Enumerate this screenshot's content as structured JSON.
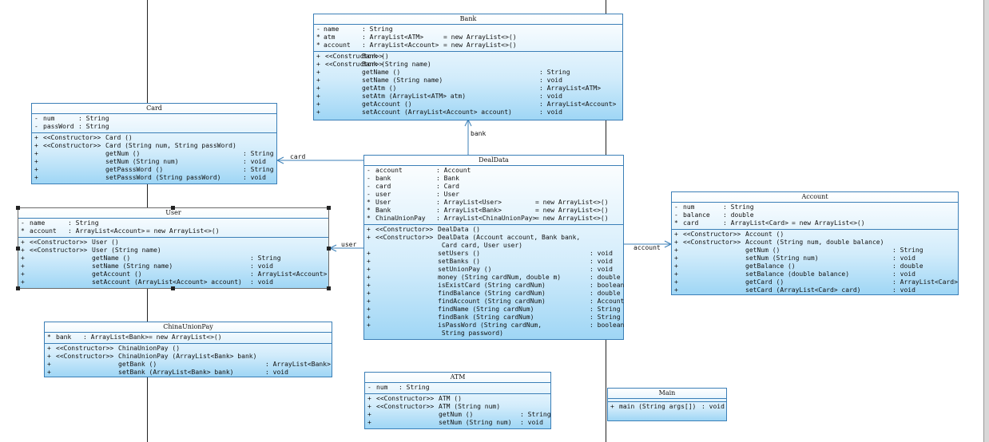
{
  "classes": {
    "bank": {
      "name": "Bank",
      "attrs": [
        [
          "-",
          "name",
          ": String",
          ""
        ],
        [
          "*",
          "atm",
          ": ArrayList<ATM>",
          "= new ArrayList<>()"
        ],
        [
          "*",
          "account",
          ": ArrayList<Account>",
          "= new ArrayList<>()"
        ]
      ],
      "ops": [
        [
          "+",
          "<<Constructor>>",
          "Bank ()",
          ""
        ],
        [
          "+",
          "<<Constructor>>",
          "Bank (String name)",
          ""
        ],
        [
          "+",
          "",
          "getName ()",
          ": String"
        ],
        [
          "+",
          "",
          "setName (String name)",
          ": void"
        ],
        [
          "+",
          "",
          "getAtm ()",
          ": ArrayList<ATM>"
        ],
        [
          "+",
          "",
          "setAtm (ArrayList<ATM> atm)",
          ": void"
        ],
        [
          "+",
          "",
          "getAccount ()",
          ": ArrayList<Account>"
        ],
        [
          "+",
          "",
          "setAccount (ArrayList<Account> account)",
          ": void"
        ]
      ]
    },
    "card": {
      "name": "Card",
      "attrs": [
        [
          "-",
          "num",
          ": String",
          ""
        ],
        [
          "-",
          "passWord",
          ": String",
          ""
        ]
      ],
      "ops": [
        [
          "+",
          "<<Constructor>>",
          "Card ()",
          ""
        ],
        [
          "+",
          "<<Constructor>>",
          "Card (String num, String passWord)",
          ""
        ],
        [
          "+",
          "",
          "getNum ()",
          ": String"
        ],
        [
          "+",
          "",
          "setNum (String num)",
          ": void"
        ],
        [
          "+",
          "",
          "getPasssWord ()",
          ": String"
        ],
        [
          "+",
          "",
          "setPasssWord (String passWord)",
          ": void"
        ]
      ]
    },
    "user": {
      "name": "User",
      "attrs": [
        [
          "-",
          "name",
          ": String",
          ""
        ],
        [
          "*",
          "account",
          ": ArrayList<Account>",
          "= new ArrayList<>()"
        ]
      ],
      "ops": [
        [
          "+",
          "<<Constructor>>",
          "User ()",
          ""
        ],
        [
          "+",
          "<<Constructor>>",
          "User (String name)",
          ""
        ],
        [
          "+",
          "",
          "getName ()",
          ": String"
        ],
        [
          "+",
          "",
          "setName (String name)",
          ": void"
        ],
        [
          "+",
          "",
          "getAccount ()",
          ": ArrayList<Account>"
        ],
        [
          "+",
          "",
          "setAccount (ArrayList<Account> account)",
          ": void"
        ]
      ]
    },
    "dealdata": {
      "name": "DealData",
      "attrs": [
        [
          "-",
          "account",
          ": Account",
          ""
        ],
        [
          "-",
          "bank",
          ": Bank",
          ""
        ],
        [
          "-",
          "card",
          ": Card",
          ""
        ],
        [
          "-",
          "user",
          ": User",
          ""
        ],
        [
          "*",
          "User",
          ": ArrayList<User>",
          "= new ArrayList<>()"
        ],
        [
          "*",
          "Bank",
          ": ArrayList<Bank>",
          "= new ArrayList<>()"
        ],
        [
          "*",
          "ChinaUnionPay",
          ": ArrayList<ChinaUnionPay>",
          "= new ArrayList<>()"
        ]
      ],
      "ops": [
        [
          "+",
          "<<Constructor>>",
          "DealData ()",
          ""
        ],
        [
          "+",
          "<<Constructor>>",
          "DealData (Account account, Bank bank,",
          ""
        ],
        [
          "",
          "",
          " Card card, User user)",
          ""
        ],
        [
          "+",
          "",
          "setUsers ()",
          ": void"
        ],
        [
          "+",
          "",
          "setBanks ()",
          ": void"
        ],
        [
          "+",
          "",
          "setUnionPay ()",
          ": void"
        ],
        [
          "+",
          "",
          "money (String cardNum, double m)",
          ": double"
        ],
        [
          "+",
          "",
          "isExistCard (String cardNum)",
          ": boolean"
        ],
        [
          "+",
          "",
          "findBalance (String cardNum)",
          ": double"
        ],
        [
          "+",
          "",
          "findAccount (String cardNum)",
          ": Account"
        ],
        [
          "+",
          "",
          "findName (String cardNum)",
          ": String"
        ],
        [
          "+",
          "",
          "findBank (String cardNum)",
          ": String"
        ],
        [
          "+",
          "",
          "isPassWord (String cardNum,",
          ": boolean"
        ],
        [
          "",
          "",
          " String password)",
          ""
        ]
      ]
    },
    "account": {
      "name": "Account",
      "attrs": [
        [
          "-",
          "num",
          ": String",
          ""
        ],
        [
          "-",
          "balance",
          ": double",
          ""
        ],
        [
          "*",
          "card",
          ": ArrayList<Card>",
          "= new ArrayList<>()"
        ]
      ],
      "ops": [
        [
          "+",
          "<<Constructor>>",
          "Account ()",
          ""
        ],
        [
          "+",
          "<<Constructor>>",
          "Account (String num, double balance)",
          ""
        ],
        [
          "+",
          "",
          "getNum ()",
          ": String"
        ],
        [
          "+",
          "",
          "setNum (String num)",
          ": void"
        ],
        [
          "+",
          "",
          "getBalance ()",
          ": double"
        ],
        [
          "+",
          "",
          "setBalance (double balance)",
          ": void"
        ],
        [
          "+",
          "",
          "getCard ()",
          ": ArrayList<Card>"
        ],
        [
          "+",
          "",
          "setCard (ArrayList<Card> card)",
          ": void"
        ]
      ]
    },
    "chinaunionpay": {
      "name": "ChinaUnionPay",
      "attrs": [
        [
          "*",
          "bank",
          ": ArrayList<Bank>",
          "= new ArrayList<>()"
        ]
      ],
      "ops": [
        [
          "+",
          "<<Constructor>>",
          "ChinaUnionPay ()",
          ""
        ],
        [
          "+",
          "<<Constructor>>",
          "ChinaUnionPay (ArrayList<Bank> bank)",
          ""
        ],
        [
          "+",
          "",
          "getBank ()",
          ": ArrayList<Bank>"
        ],
        [
          "+",
          "",
          "setBank (ArrayList<Bank> bank)",
          ": void"
        ]
      ]
    },
    "atm": {
      "name": "ATM",
      "attrs": [
        [
          "-",
          "num",
          ": String",
          ""
        ]
      ],
      "ops": [
        [
          "+",
          "<<Constructor>>",
          "ATM ()",
          ""
        ],
        [
          "+",
          "<<Constructor>>",
          "ATM (String num)",
          ""
        ],
        [
          "+",
          "",
          "getNum ()",
          ": String"
        ],
        [
          "+",
          "",
          "setNum (String num)",
          ": void"
        ]
      ]
    },
    "main": {
      "name": "Main",
      "attrs": [],
      "ops": [
        [
          "+",
          "",
          "main (String args[])",
          ": void"
        ]
      ]
    }
  },
  "associations": {
    "bank": "bank",
    "card": "card",
    "user": "user",
    "account": "account"
  }
}
